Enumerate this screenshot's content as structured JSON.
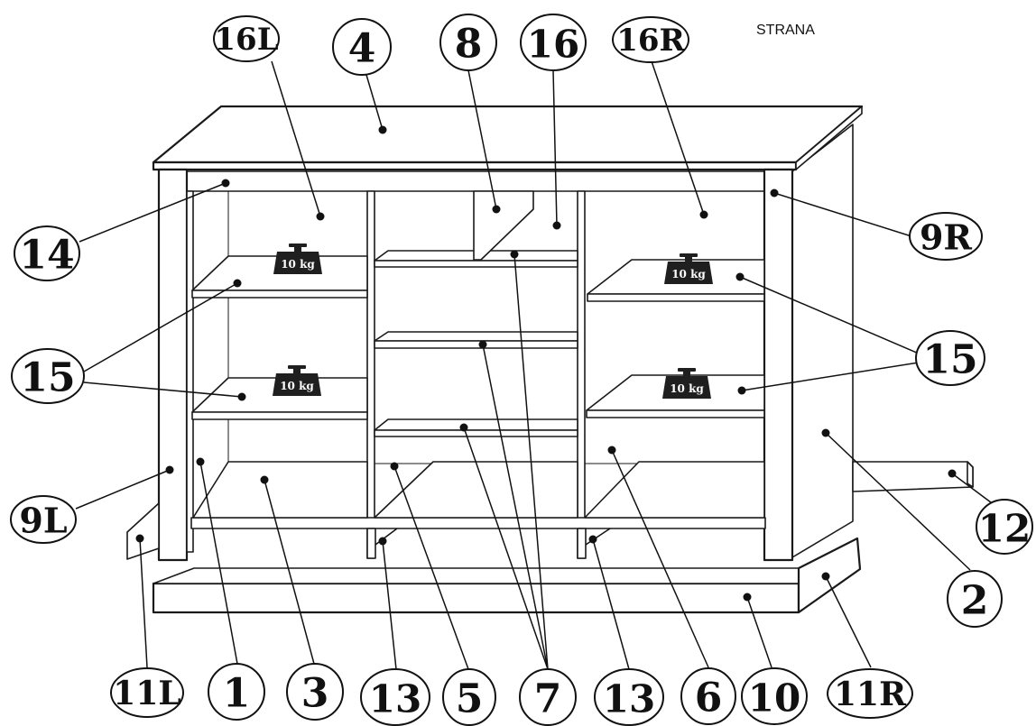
{
  "side_label": "STRANA",
  "weight_label": "10 kg",
  "callouts": {
    "c16L": "16L",
    "c4": "4",
    "c8": "8",
    "c16": "16",
    "c16R": "16R",
    "c14": "14",
    "c9R": "9R",
    "c15L": "15",
    "c15R": "15",
    "c9L": "9L",
    "c12": "12",
    "c2": "2",
    "c11L": "11L",
    "c1": "1",
    "c3": "3",
    "c13a": "13",
    "c5": "5",
    "c7": "7",
    "c13b": "13",
    "c6": "6",
    "c10": "10",
    "c11R": "11R"
  }
}
